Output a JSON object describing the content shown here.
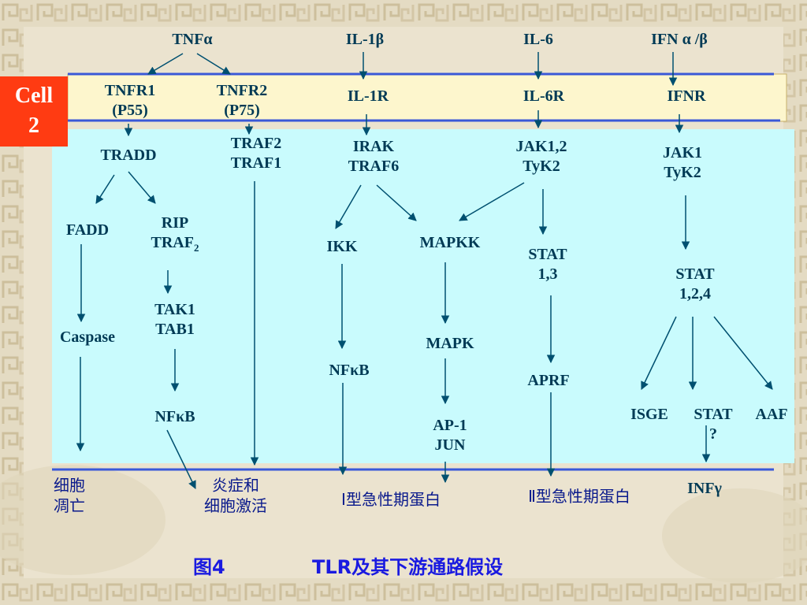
{
  "cell_badge": "Cell\n2",
  "ligands": {
    "tnfa": "TNFα",
    "il1b": "IL-1β",
    "il6": "IL-6",
    "ifn": "IFN α /β"
  },
  "receptors": {
    "tnfr1": "TNFR1\n(P55)",
    "tnfr2": "TNFR2\n(P75)",
    "il1r": "IL-1R",
    "il6r": "IL-6R",
    "ifnr": "IFNR"
  },
  "nodes": {
    "tradd": "TRADD",
    "traf2_traf1": "TRAF2\nTRAF1",
    "irak_traf6": "IRAK\nTRAF6",
    "jak12_tyk2": "JAK1,2\nTyK2",
    "jak1_tyk2": "JAK1\nTyK2",
    "fadd": "FADD",
    "rip_traf2": "RIP\nTRAF",
    "rip_traf2_sub": "2",
    "ikk": "IKK",
    "mapkk": "MAPKK",
    "stat13": "STAT\n1,3",
    "stat124": "STAT\n1,2,4",
    "tak1_tab1": "TAK1\nTAB1",
    "caspase": "Caspase",
    "mapk": "MAPK",
    "nfkb_mid": "NFκB",
    "aprf": "APRF",
    "nfkb_left": "NFκB",
    "isge": "ISGE",
    "stat_q": "STAT\n?",
    "aaf": "AAF",
    "ap1_jun": "AP-1\nJUN"
  },
  "outcomes": {
    "apoptosis": "细胞\n凋亡",
    "inflammation": "炎症和\n细胞激活",
    "type1": "Ⅰ型急性期蛋白",
    "type2": "Ⅱ型急性期蛋白",
    "infg": "INFγ"
  },
  "caption": {
    "figure": "图4",
    "title": "TLR及其下游通路假设"
  },
  "colors": {
    "cytoplasm": "#c9fbfd",
    "membrane": "#fdf6cd",
    "membrane_line": "#3a58d8",
    "badge": "#ff3b12",
    "text": "#003a55",
    "arrow": "#005070",
    "caption": "#1a1ae0"
  }
}
